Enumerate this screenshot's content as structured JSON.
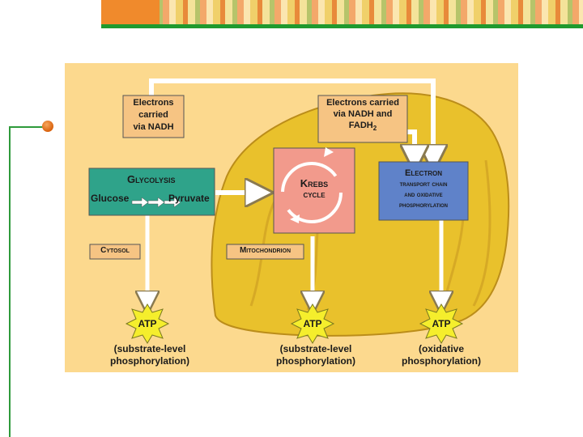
{
  "diagram": {
    "nadh_box": [
      "Electrons",
      "carried",
      "via NADH"
    ],
    "nadh_fadh_box": [
      "Electrons carried",
      "via NADH and",
      "FADH",
      "2"
    ],
    "glycolysis": {
      "title": "Glycolysis",
      "input": "Glucose",
      "output": "Pyruvate"
    },
    "krebs": [
      "Krebs",
      "cycle"
    ],
    "etc": [
      "Electron",
      "transport chain",
      "and oxidative",
      "phosphorylation"
    ],
    "cytosol": "Cytosol",
    "mitochondrion": "Mitochondrion",
    "atp_label": "ATP",
    "atp_captions": [
      [
        "(substrate-level",
        "phosphorylation)"
      ],
      [
        "(substrate-level",
        "phosphorylation)"
      ],
      [
        "(oxidative",
        "phosphorylation)"
      ]
    ]
  },
  "colors": {
    "background": "#fcd98e",
    "mitochondrion": "#e9c12c",
    "glycolysis_box": "#2fa38a",
    "krebs_box": "#f29a8c",
    "etc_box": "#5f82c9",
    "label_box": "#f6c483",
    "atp_burst": "#f5ee2c",
    "arrows": "#ffffff",
    "accent_orange": "#f08a2c",
    "accent_green": "#1f9a2f"
  }
}
